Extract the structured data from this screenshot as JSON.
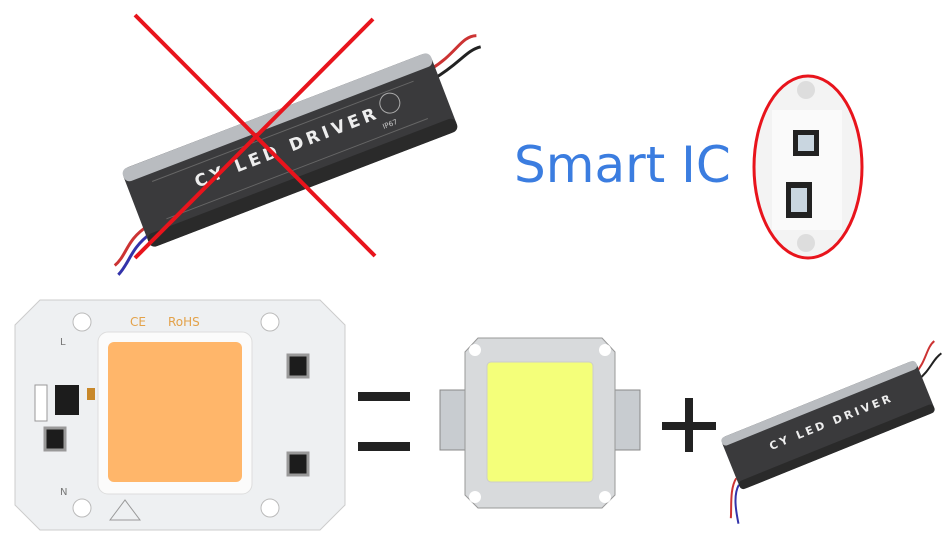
{
  "smart_ic_label": "Smart IC",
  "driver_label": "CY LED DRIVER",
  "driver_rating": "IP67",
  "cob_marks": {
    "ce": "CE",
    "rohs": "RoHS",
    "l": "L",
    "n": "N"
  },
  "colors": {
    "accent_blue": "#3b7de0",
    "cross_red": "#e8141c",
    "cob_warm": "#ffb66a",
    "led_cool": "#f4ff7a"
  }
}
